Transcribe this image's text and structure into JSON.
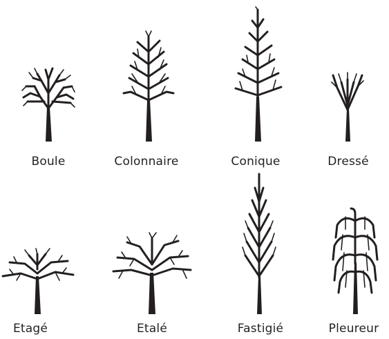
{
  "ink_color": "#231f20",
  "background": "#ffffff",
  "trees": [
    {
      "label": "Boule",
      "icon": "round-tree-icon"
    },
    {
      "label": "Colonnaire",
      "icon": "columnar-tree-icon"
    },
    {
      "label": "Conique",
      "icon": "conical-tree-icon"
    },
    {
      "label": "Dressé",
      "icon": "upright-tree-icon"
    },
    {
      "label": "Etagé",
      "icon": "tiered-tree-icon"
    },
    {
      "label": "Etalé",
      "icon": "spreading-tree-icon"
    },
    {
      "label": "Fastigié",
      "icon": "fastigiate-tree-icon"
    },
    {
      "label": "Pleureur",
      "icon": "weeping-tree-icon"
    }
  ]
}
